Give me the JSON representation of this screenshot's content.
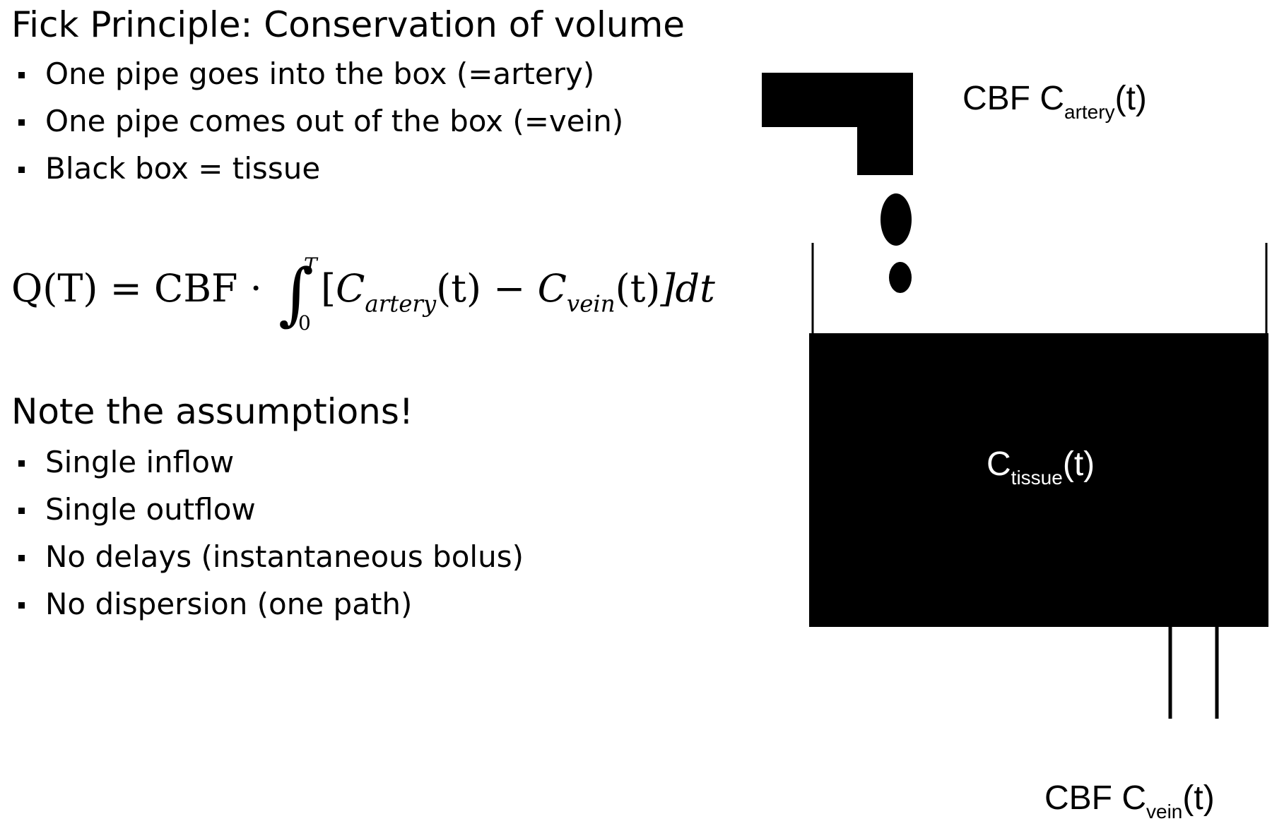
{
  "title": "Fick Principle: Conservation of volume",
  "bullets_top": [
    "One pipe goes into the box (=artery)",
    "One pipe comes out of the box (=vein)",
    "Black  box = tissue"
  ],
  "equation": {
    "lhs": "Q(T) = CBF",
    "dot": "·",
    "integral_symbol": "∫",
    "upper": "T",
    "lower": "0",
    "open": "[",
    "c1": "C",
    "c1_sub": "artery",
    "c1_arg": "(t)",
    "minus": " − ",
    "c2": "C",
    "c2_sub": "vein",
    "c2_arg": "(t)",
    "close": "]dt"
  },
  "note_title": "Note the assumptions!",
  "bullets_bottom": [
    "Single inflow",
    "Single outflow",
    "No delays (instantaneous bolus)",
    "No dispersion (one path)"
  ],
  "diagram": {
    "artery_label": {
      "main": "CBF C",
      "sub": "artery",
      "arg": "(t)"
    },
    "tissue_label": {
      "main": "C",
      "sub": "tissue",
      "arg": "(t)"
    },
    "vein_label": {
      "main": "CBF C",
      "sub": "vein",
      "arg": "(t)"
    },
    "fill_color": "#000000",
    "tissue_text_color": "#ffffff"
  }
}
